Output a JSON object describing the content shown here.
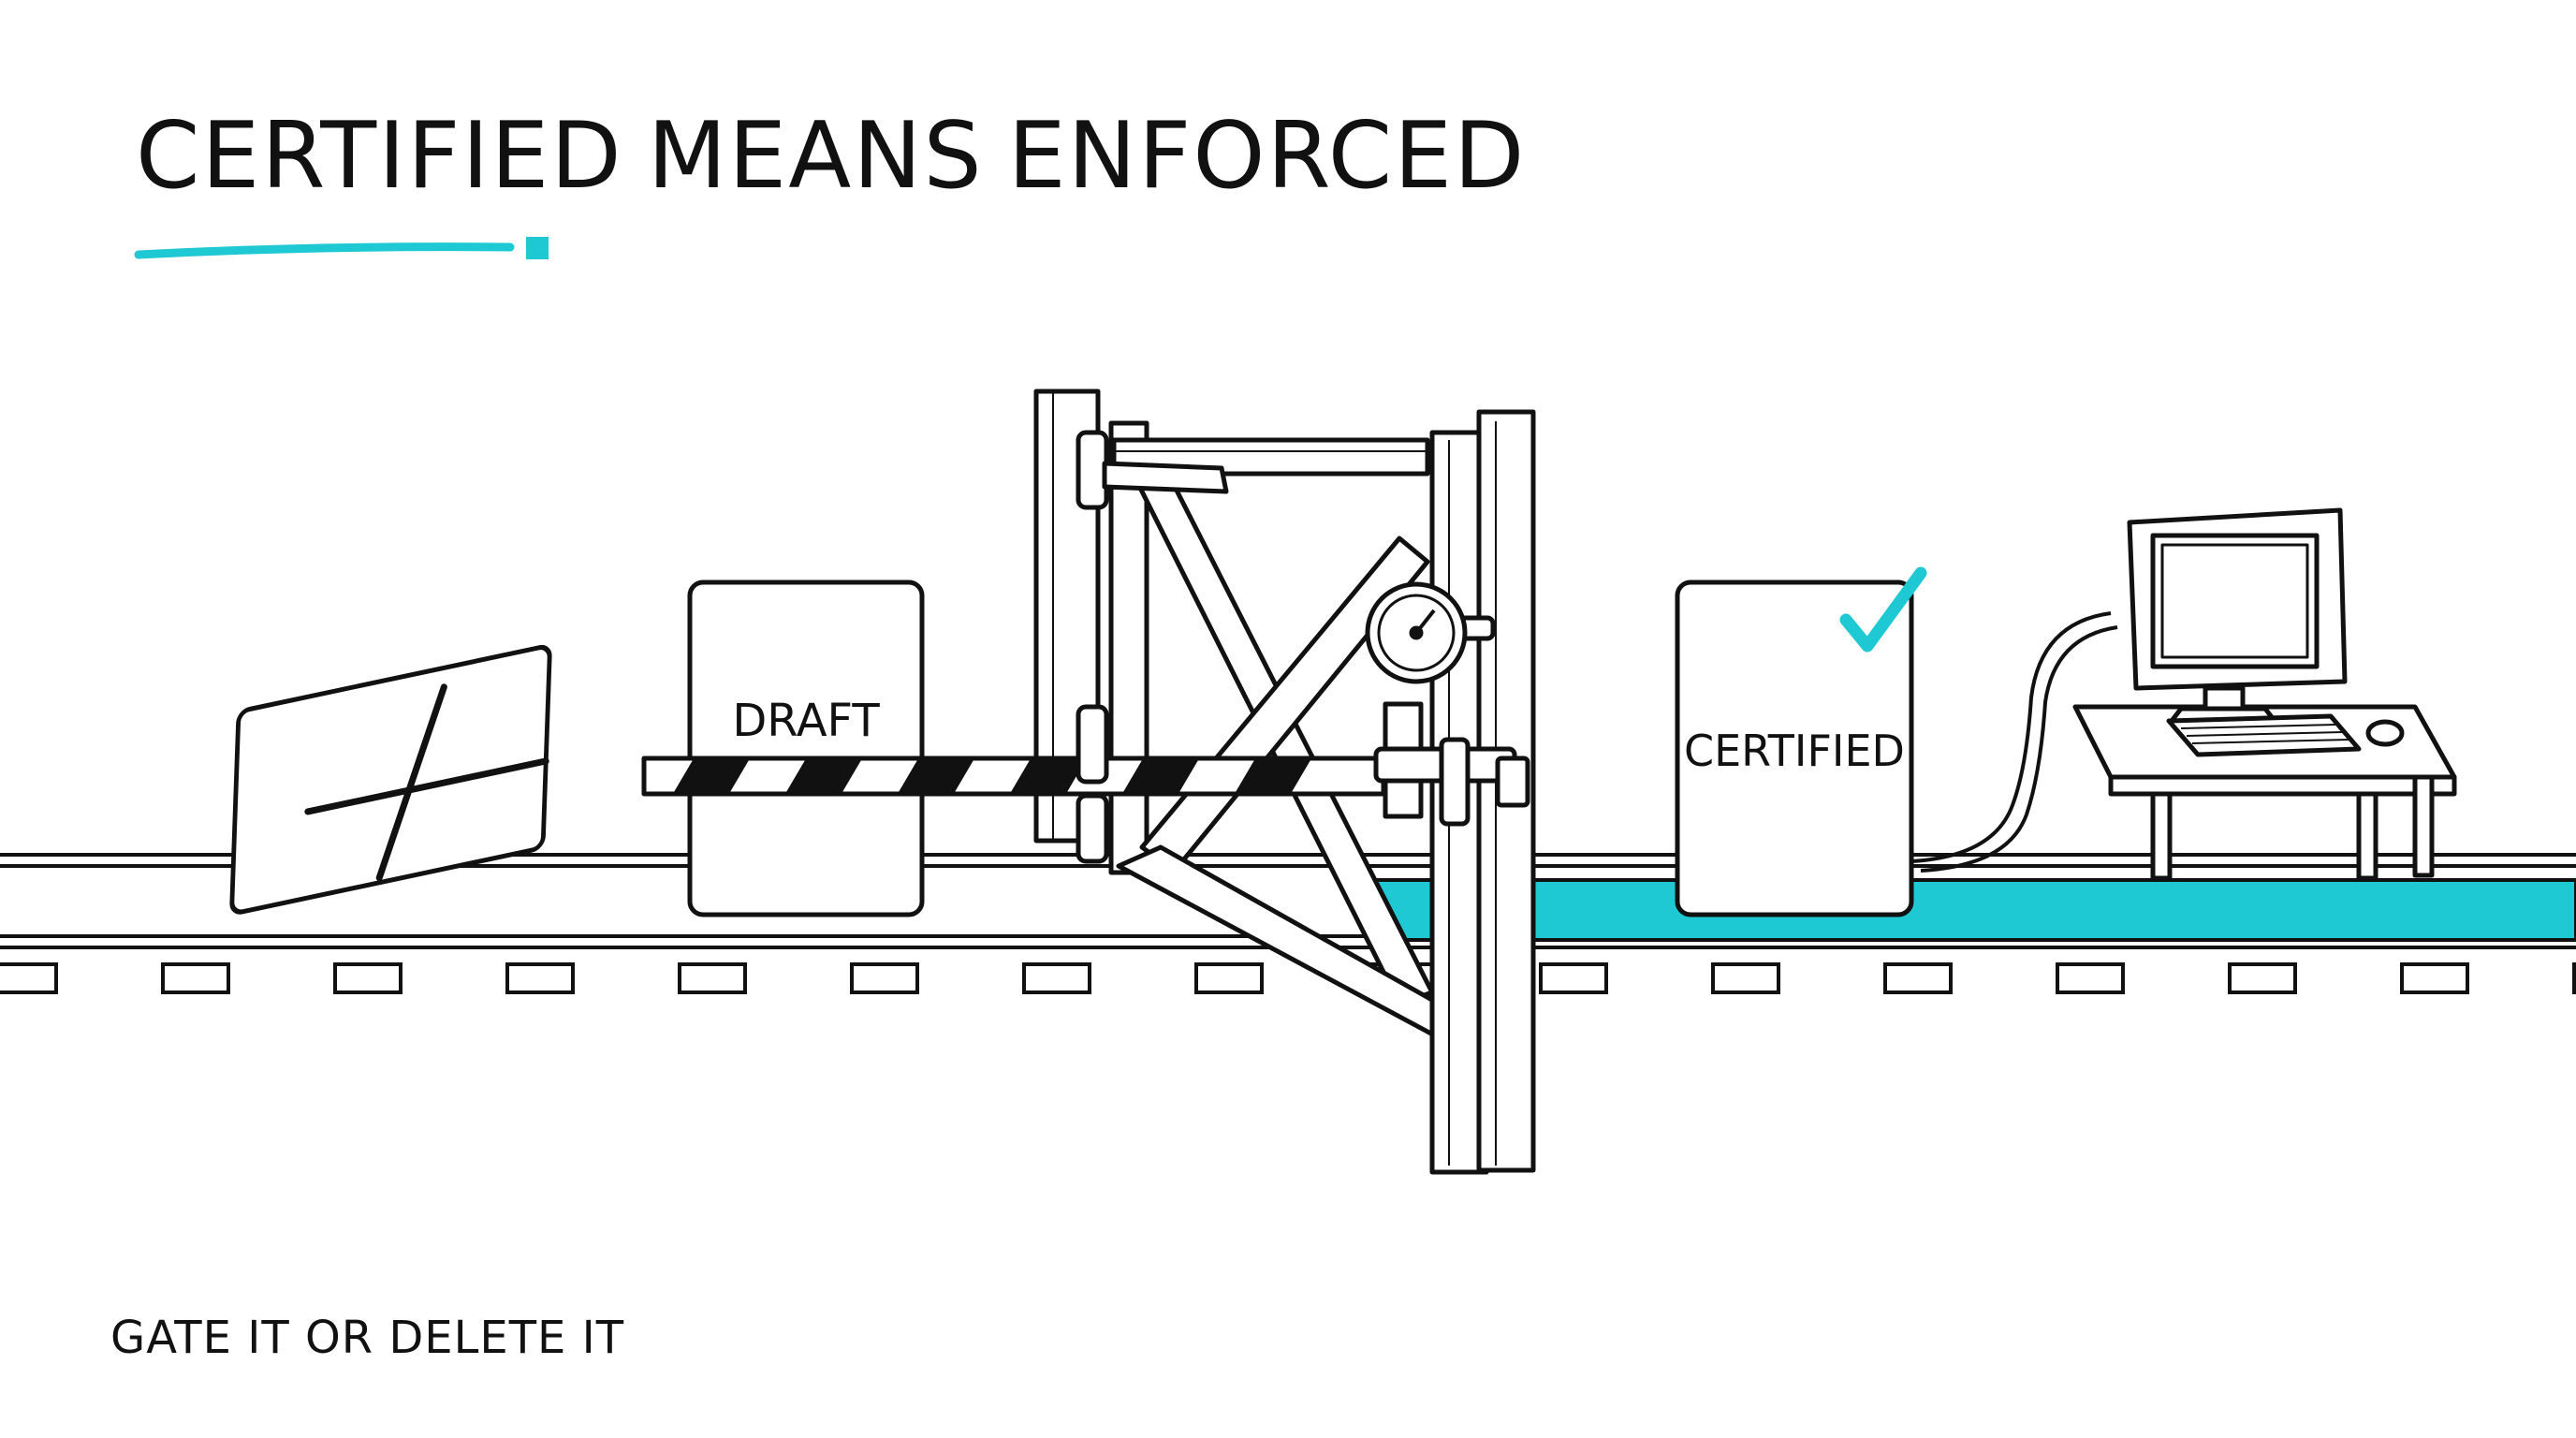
{
  "title": {
    "word_highlighted": "CERTIFIED",
    "word_2": "MEANS",
    "word_3": "ENFORCED"
  },
  "documents": {
    "draft_label": "DRAFT",
    "certified_label": "CERTIFIED"
  },
  "footer": {
    "tagline": "GATE IT OR DELETE IT"
  },
  "colors": {
    "accent": "#1ec9d4",
    "ink": "#111111",
    "paper": "#ffffff"
  },
  "icons": [
    "rejected-envelope-icon",
    "pressure-gauge-icon",
    "checkmark-icon",
    "desktop-computer-icon"
  ]
}
